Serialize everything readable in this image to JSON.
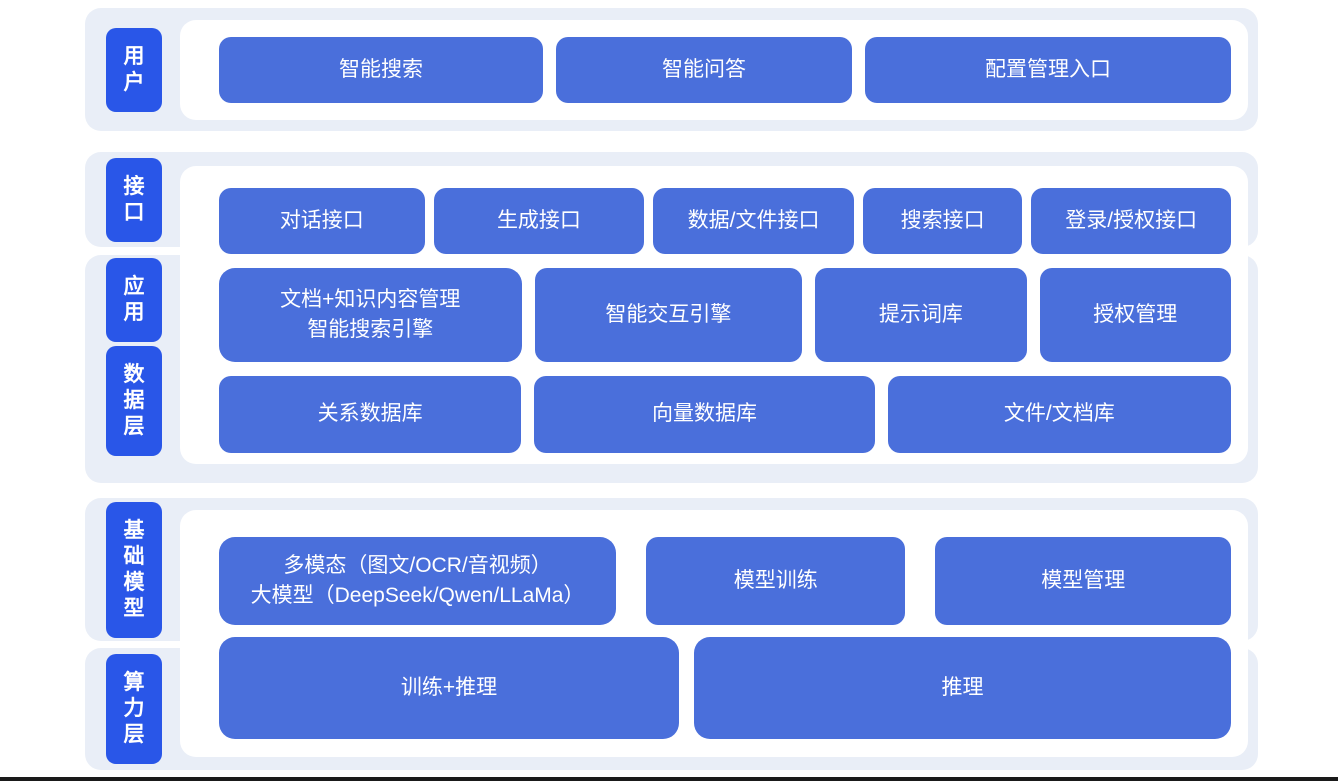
{
  "diagram": {
    "layers": {
      "user": "用户",
      "interface": "接口",
      "application": "应用",
      "data": "数据层",
      "model": "基础模型",
      "compute": "算力层"
    },
    "rows": {
      "user": [
        "智能搜索",
        "智能问答",
        "配置管理入口"
      ],
      "interface": [
        "对话接口",
        "生成接口",
        "数据/文件接口",
        "搜索接口",
        "登录/授权接口"
      ],
      "application": {
        "block1": {
          "line1": "文档+知识内容管理",
          "line2": "智能搜索引擎"
        },
        "others": [
          "智能交互引擎",
          "提示词库",
          "授权管理"
        ]
      },
      "data": [
        "关系数据库",
        "向量数据库",
        "文件/文档库"
      ],
      "model": {
        "block1": {
          "line1": "多模态（图文/OCR/音视频）",
          "line2": "大模型（DeepSeek/Qwen/LLaMa）"
        },
        "others": [
          "模型训练",
          "模型管理"
        ]
      },
      "compute": [
        "训练+推理",
        "推理"
      ]
    },
    "colors": {
      "band_background": "#e9eef7",
      "layer_label_blue": "#2956e8",
      "block_blue": "#4a6fdb",
      "panel_background": "#ffffff",
      "text_white": "#ffffff",
      "bottom_bar": "#1a1a1a"
    }
  }
}
